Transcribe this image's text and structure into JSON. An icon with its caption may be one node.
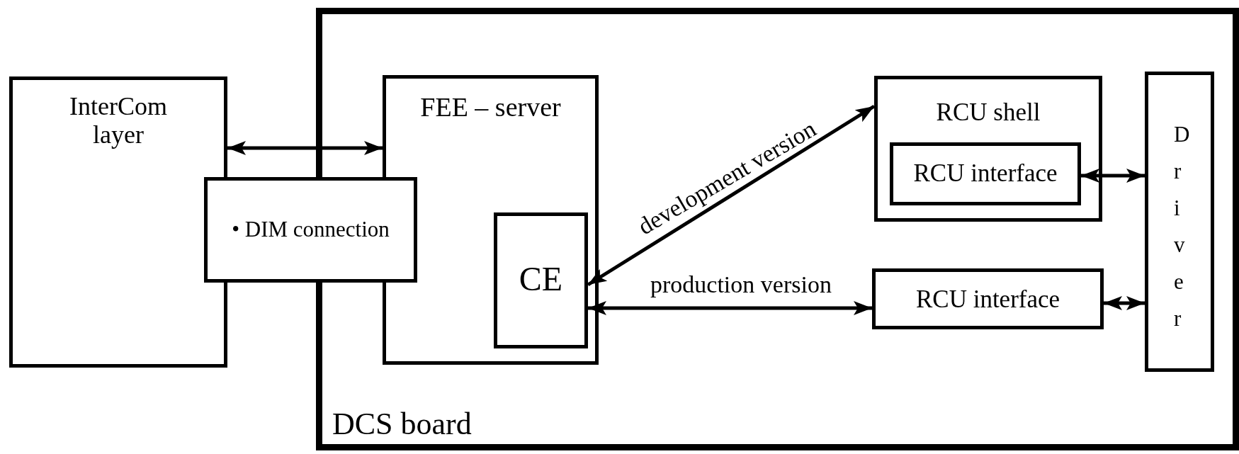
{
  "diagram": {
    "nodes": [
      {
        "text": [
          "InterCom layer"
        ]
      },
      {
        "text": [
          "DCS board"
        ]
      },
      {
        "text": [
          "• DIM connection"
        ]
      },
      {
        "text": [
          "FEE – server"
        ],
        "in": 1
      },
      {
        "text": [
          "CE"
        ],
        "in": 3
      },
      {
        "text": [
          "RCU shell"
        ],
        "in": 1
      },
      {
        "text": [
          "RCU interface"
        ],
        "in": 5
      },
      {
        "text": [
          "RCU interface"
        ],
        "in": 1
      },
      {
        "text": [
          "Driver"
        ],
        "in": 1
      }
    ],
    "edges": [
      {
        "from": 0,
        "to": 3,
        "arrow": "both"
      },
      {
        "from": 4,
        "to": 5,
        "arrow": "both",
        "label": "development version"
      },
      {
        "from": 4,
        "to": 7,
        "arrow": "both",
        "label": "production version"
      },
      {
        "from": 6,
        "to": 8,
        "arrow": "both"
      },
      {
        "from": 7,
        "to": 8,
        "arrow": "both"
      }
    ]
  }
}
